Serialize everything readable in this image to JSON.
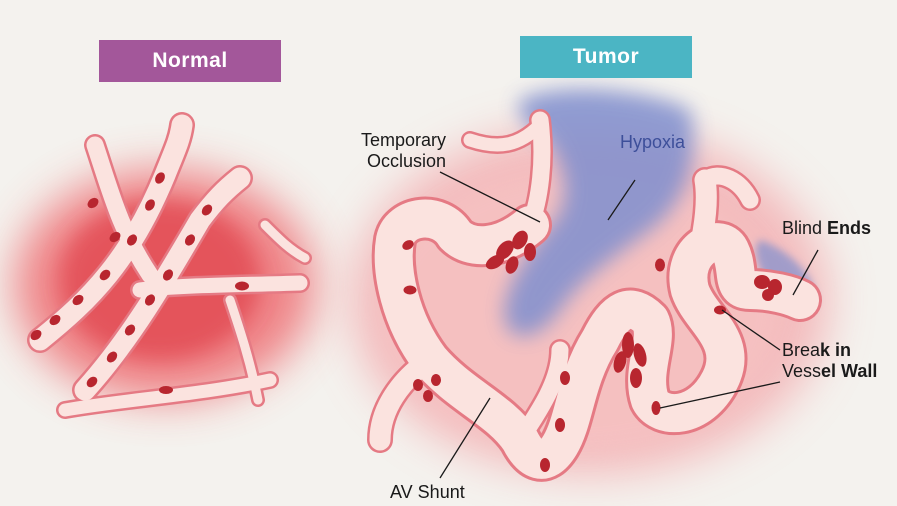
{
  "badges": {
    "normal": {
      "label": "Normal",
      "color": "#a3579a"
    },
    "tumor": {
      "label": "Tumor",
      "color": "#4bb5c4"
    }
  },
  "labels": {
    "temporary_occlusion_line1": "Temporary",
    "temporary_occlusion_line2": "Occlusion",
    "hypoxia": "Hypoxia",
    "blind_ends_a": "Blind ",
    "blind_ends_b": "Ends",
    "break_line1_a": "Brea",
    "break_line1_b": "k in",
    "break_line2_a": "Vess",
    "break_line2_b": "el Wall",
    "av_shunt": "AV Shunt"
  },
  "colors": {
    "vessel_fill": "#fbe3df",
    "vessel_edge": "#e57a84",
    "blood_cell": "#b8262f",
    "tissue_glow": "#e23c47",
    "hypoxia": "#7f8fcf",
    "text": "#1a1a1a"
  }
}
